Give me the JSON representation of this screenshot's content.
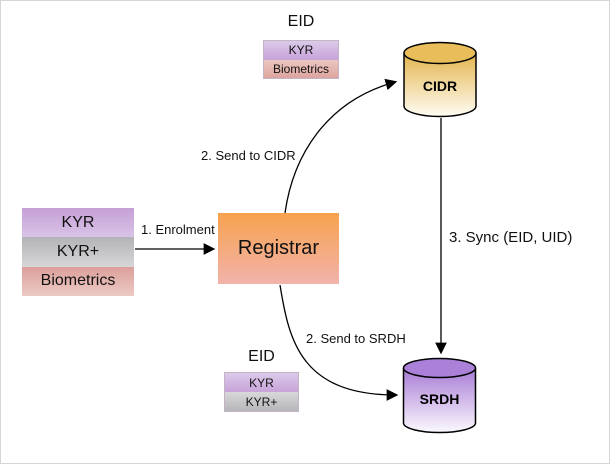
{
  "diagram": {
    "input_stack": {
      "rows": [
        {
          "label": "KYR"
        },
        {
          "label": "KYR+"
        },
        {
          "label": "Biometrics"
        }
      ]
    },
    "registrar": {
      "label": "Registrar"
    },
    "eid_top": {
      "title": "EID",
      "rows": [
        {
          "label": "KYR"
        },
        {
          "label": "Biometrics"
        }
      ]
    },
    "eid_bottom": {
      "title": "EID",
      "rows": [
        {
          "label": "KYR"
        },
        {
          "label": "KYR+"
        }
      ]
    },
    "cidr": {
      "label": "CIDR"
    },
    "srdh": {
      "label": "SRDH"
    },
    "arrows": [
      {
        "label": "1. Enrolment"
      },
      {
        "label": "2. Send to CIDR"
      },
      {
        "label": "2. Send to SRDH"
      },
      {
        "label": "3. Sync (EID, UID)"
      }
    ],
    "colors": {
      "kyr_purple": "#c9a5da",
      "kyr_plus_gray": "#bfbfc3",
      "biometrics_pink": "#dfa49f",
      "registrar_top": "#f7a24e",
      "registrar_bottom": "#f2b3ab",
      "cidr_gold": "#e5b851",
      "srdh_purple": "#a97fd6",
      "connector_black": "#000000"
    }
  }
}
